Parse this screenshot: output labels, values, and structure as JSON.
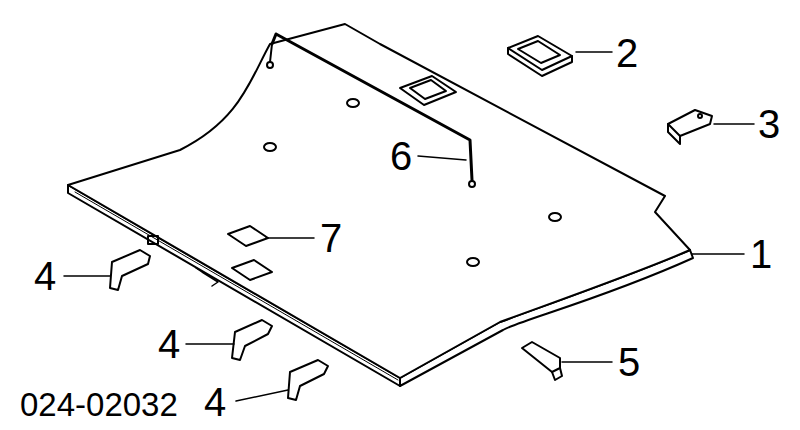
{
  "diagram": {
    "labels": [
      "2",
      "3",
      "6",
      "7",
      "1",
      "4",
      "4",
      "5",
      "024-02032",
      "4"
    ]
  }
}
